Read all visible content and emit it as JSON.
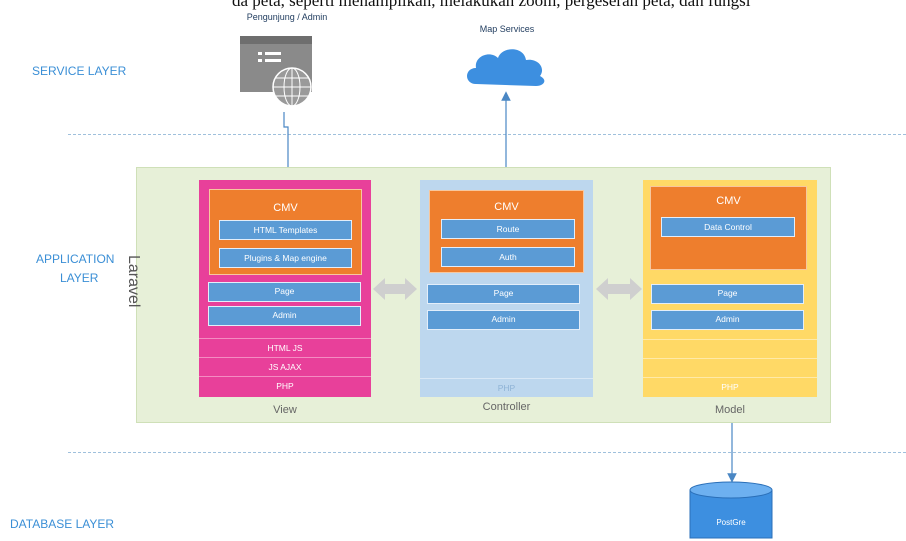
{
  "top_text": "da peta, seperti menampilkan, melakukan zoom, pergeseran peta, dan fungsi",
  "layers": {
    "service": "SERVICE LAYER",
    "application_line1": "APPLICATION",
    "application_line2": "LAYER",
    "database": "DATABASE LAYER"
  },
  "user_label": "Pengunjung / Admin",
  "map_services_label": "Map Services",
  "framework_label": "Laravel",
  "view": {
    "cmv_title": "CMV",
    "cmv_items": [
      "HTML Templates",
      "Plugins & Map engine"
    ],
    "items": [
      "Page",
      "Admin"
    ],
    "bands": [
      "HTML JS",
      "JS AJAX",
      "PHP"
    ],
    "label": "View"
  },
  "controller": {
    "cmv_title": "CMV",
    "cmv_items": [
      "Route",
      "Auth"
    ],
    "items": [
      "Page",
      "Admin"
    ],
    "bands": [
      "PHP"
    ],
    "label": "Controller"
  },
  "model": {
    "cmv_title": "CMV",
    "cmv_items": [
      "Data Control"
    ],
    "items": [
      "Page",
      "Admin"
    ],
    "bands": [
      "",
      "",
      "PHP"
    ],
    "label": "Model"
  },
  "database_label": "PostGre",
  "colors": {
    "view_bg": "#e8409a",
    "controller_bg": "#bdd7ee",
    "model_bg": "#ffd966",
    "cmv": "#ee7e2d",
    "item": "#5b9bd5",
    "layer_text": "#3b8fd6",
    "app_bg": "#e7f0d8"
  },
  "icons": [
    "browser-globe-icon",
    "cloud-icon",
    "database-icon",
    "double-arrow-icon"
  ]
}
